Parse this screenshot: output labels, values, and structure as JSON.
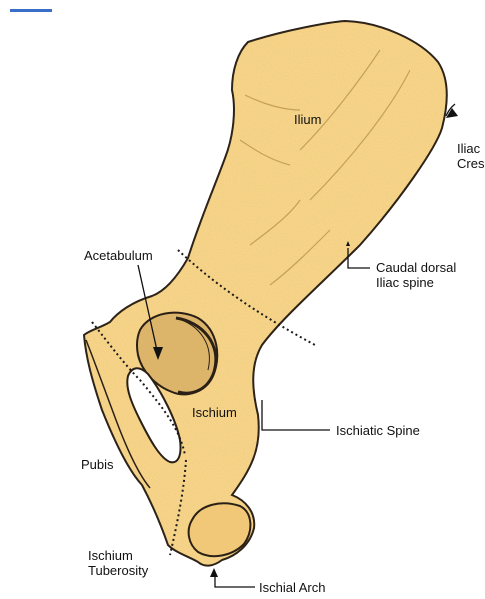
{
  "figure": {
    "labels": {
      "ilium": "Ilium",
      "iliac_crest": [
        "Iliac",
        "Cres"
      ],
      "acetabulum": "Acetabulum",
      "caudal_dorsal_iliac_spine": [
        "Caudal dorsal",
        "Iliac spine"
      ],
      "ischium": "Ischium",
      "ischiatic_spine": "Ischiatic Spine",
      "pubis": "Pubis",
      "ischium_tuberosity": [
        "Ischium",
        "Tuberosity"
      ],
      "ischial_arch": "Ischial Arch"
    },
    "colors": {
      "bone_fill": "#f8d589",
      "bone_outline": "#2a2016",
      "bone_shading": "#b8954c",
      "acetabulum_fill": "#dcb46a",
      "label_text": "#111111",
      "accent_mark": "#3a6fc7"
    }
  }
}
